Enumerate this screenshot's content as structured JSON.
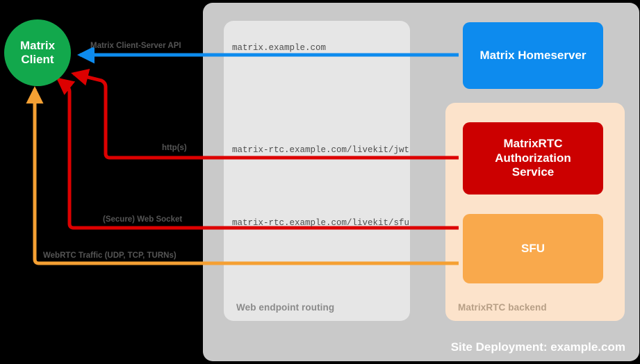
{
  "diagram": {
    "title": "Site Deployment: example.com",
    "background": "#000000"
  },
  "site_deployment": {
    "label": "Site Deployment: example.com",
    "color": "#c9c9c9"
  },
  "groups": [
    {
      "name": "web-endpoint-routing",
      "label": "Web endpoint routing",
      "color": "#e6e6e6"
    },
    {
      "name": "matrixrtc-backend",
      "label": "MatrixRTC backend",
      "color": "#fce3cb"
    }
  ],
  "nodes": {
    "client": {
      "label": "Matrix\nClient",
      "line1": "Matrix",
      "line2": "Client",
      "color": "#12a84c"
    },
    "homeserver": {
      "label": "Matrix Homeserver",
      "color": "#0d8bee"
    },
    "auth_service": {
      "line1": "MatrixRTC",
      "line2": "Authorization",
      "line3": "Service",
      "color": "#cc0000"
    },
    "sfu": {
      "label": "SFU",
      "color": "#f9a94c"
    }
  },
  "edges": [
    {
      "name": "matrix-client-server-api",
      "protocol_label": "Matrix Client-Server API",
      "endpoint_label": "matrix.example.com",
      "color": "#0d8bee",
      "direction": "homeserver-to-client"
    },
    {
      "name": "livekit-jwt",
      "protocol_label": "http(s)",
      "endpoint_label": "matrix-rtc.example.com/livekit/jwt",
      "color": "#dd0000",
      "direction": "auth-service-to-client"
    },
    {
      "name": "livekit-sfu",
      "protocol_label": "(Secure) Web Socket",
      "endpoint_label": "matrix-rtc.example.com/livekit/sfu",
      "color": "#dd0000",
      "direction": "sfu-to-client"
    },
    {
      "name": "webrtc-traffic",
      "protocol_label": "WebRTC Traffic (UDP, TCP, TURNs)",
      "endpoint_label": "",
      "color": "#f5a033",
      "direction": "sfu-to-client"
    }
  ]
}
